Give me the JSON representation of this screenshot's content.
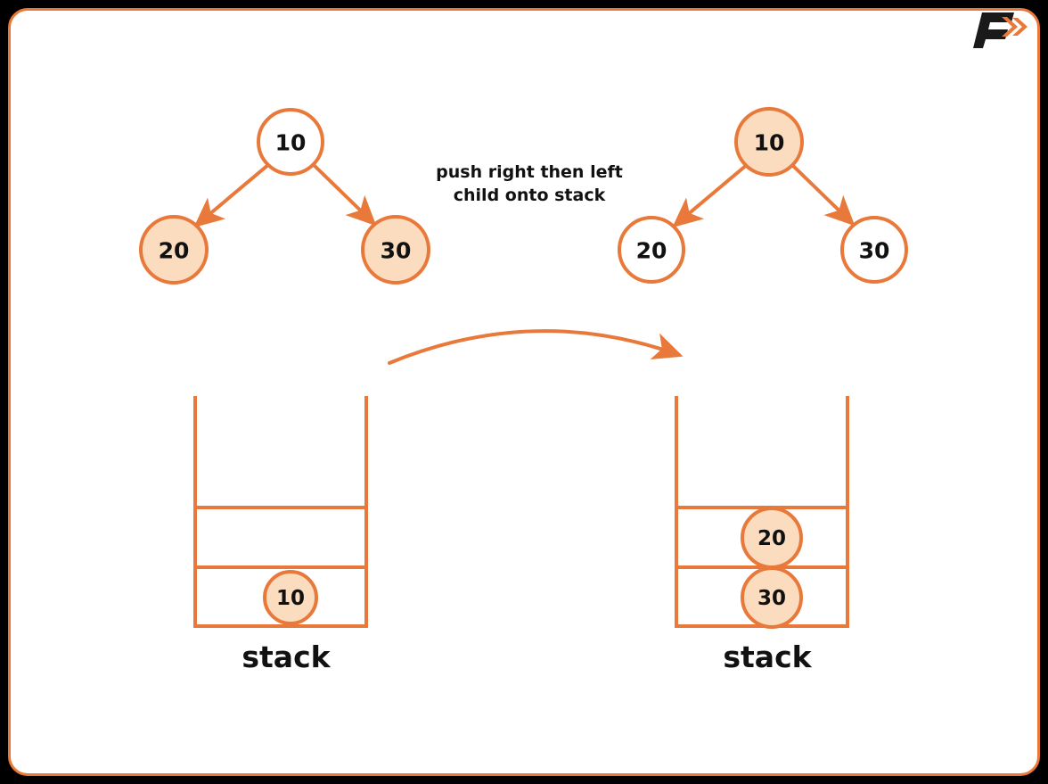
{
  "theme": {
    "accent": "#e8793a",
    "node_fill": "#fbdcbf",
    "node_empty_fill": "#ffffff",
    "text_color": "#111111",
    "page_bg": "#ffffff",
    "outer_bg": "#000000",
    "logo_dark": "#1a1a1a",
    "logo_accent": "#e8793a"
  },
  "brand": {
    "logo_name": "f-arrow-logo"
  },
  "caption": {
    "line1": "push right then left",
    "line2": "child onto stack"
  },
  "left_panel": {
    "tree": {
      "root": {
        "value": "10",
        "filled": false
      },
      "left_child": {
        "value": "20",
        "filled": true
      },
      "right_child": {
        "value": "30",
        "filled": true
      }
    },
    "stack": {
      "label": "stack",
      "capacity": 3,
      "cells": [
        {
          "index": 0,
          "value": "",
          "filled": false
        },
        {
          "index": 1,
          "value": "",
          "filled": false
        },
        {
          "index": 2,
          "value": "10",
          "filled": true
        }
      ]
    }
  },
  "right_panel": {
    "tree": {
      "root": {
        "value": "10",
        "filled": true
      },
      "left_child": {
        "value": "20",
        "filled": false
      },
      "right_child": {
        "value": "30",
        "filled": false
      }
    },
    "stack": {
      "label": "stack",
      "capacity": 3,
      "cells": [
        {
          "index": 0,
          "value": "",
          "filled": false
        },
        {
          "index": 1,
          "value": "20",
          "filled": true
        },
        {
          "index": 2,
          "value": "30",
          "filled": true
        }
      ]
    }
  },
  "transition_arrow": {
    "name": "curved-transition-arrow",
    "direction": "left-to-right"
  }
}
